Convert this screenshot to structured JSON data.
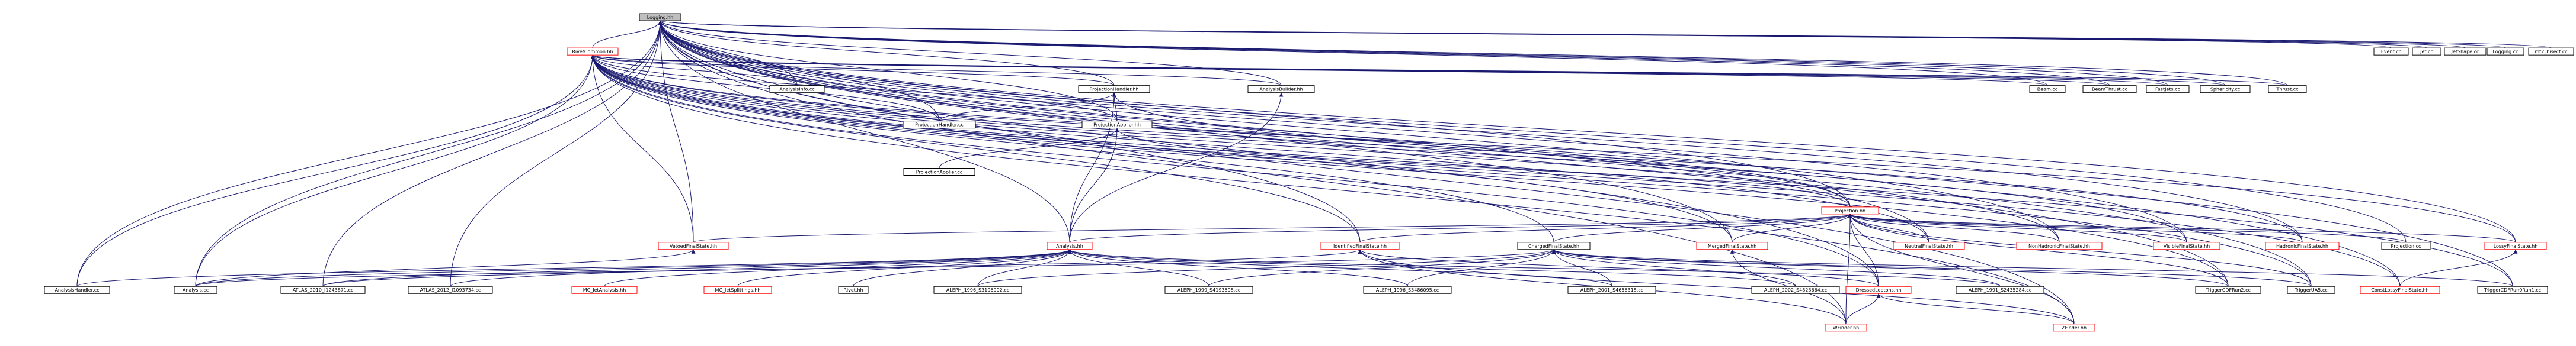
{
  "colors": {
    "edge": "#191970",
    "node_border": "#000000",
    "link_border": "#ff0000",
    "root_fill": "#bfbfbf",
    "node_fill": "#ffffff"
  },
  "nodes": [
    {
      "id": "logging_hh",
      "label": "Logging.hh",
      "style": "root"
    },
    {
      "id": "rivetcommon_hh",
      "label": "RivetCommon.hh",
      "style": "linked"
    },
    {
      "id": "event_cc",
      "label": "Event.cc",
      "style": "plain"
    },
    {
      "id": "jet_cc",
      "label": "Jet.cc",
      "style": "plain"
    },
    {
      "id": "jetshape_cc",
      "label": "JetShape.cc",
      "style": "plain"
    },
    {
      "id": "logging_cc",
      "label": "Logging.cc",
      "style": "plain"
    },
    {
      "id": "mt2_bisect_cc",
      "label": "mt2_bisect.cc",
      "style": "plain"
    },
    {
      "id": "analysisinfo_cc",
      "label": "AnalysisInfo.cc",
      "style": "plain"
    },
    {
      "id": "projectionhandler_hh",
      "label": "ProjectionHandler.hh",
      "style": "plain"
    },
    {
      "id": "analysisbuilder_hh",
      "label": "AnalysisBuilder.hh",
      "style": "plain"
    },
    {
      "id": "beam_cc",
      "label": "Beam.cc",
      "style": "plain"
    },
    {
      "id": "beamthrust_cc",
      "label": "BeamThrust.cc",
      "style": "plain"
    },
    {
      "id": "fastjets_cc",
      "label": "FastJets.cc",
      "style": "plain"
    },
    {
      "id": "sphericity_cc",
      "label": "Sphericity.cc",
      "style": "plain"
    },
    {
      "id": "thrust_cc",
      "label": "Thrust.cc",
      "style": "plain"
    },
    {
      "id": "projectionhandler_cc",
      "label": "ProjectionHandler.cc",
      "style": "plain"
    },
    {
      "id": "projectionapplier_hh",
      "label": "ProjectionApplier.hh",
      "style": "plain"
    },
    {
      "id": "projectionapplier_cc",
      "label": "ProjectionApplier.cc",
      "style": "plain"
    },
    {
      "id": "projection_hh",
      "label": "Projection.hh",
      "style": "linked"
    },
    {
      "id": "vetoedfinalstate_hh",
      "label": "VetoedFinalState.hh",
      "style": "linked"
    },
    {
      "id": "analysis_hh",
      "label": "Analysis.hh",
      "style": "linked"
    },
    {
      "id": "identifiedfinalstate_hh",
      "label": "IdentifiedFinalState.hh",
      "style": "linked"
    },
    {
      "id": "chargedfinalstate_hh",
      "label": "ChargedFinalState.hh",
      "style": "plain"
    },
    {
      "id": "mergedfinalstate_hh",
      "label": "MergedFinalState.hh",
      "style": "linked"
    },
    {
      "id": "neutralfinalstate_hh",
      "label": "NeutralFinalState.hh",
      "style": "linked"
    },
    {
      "id": "nonhadronicfinalstate_hh",
      "label": "NonHadronicFinalState.hh",
      "style": "linked"
    },
    {
      "id": "visiblefinalstate_hh",
      "label": "VisibleFinalState.hh",
      "style": "linked"
    },
    {
      "id": "hadronicfinalstate_hh",
      "label": "HadronicFinalState.hh",
      "style": "linked"
    },
    {
      "id": "projection_cc",
      "label": "Projection.cc",
      "style": "plain"
    },
    {
      "id": "lossyfinalstate_hh",
      "label": "LossyFinalState.hh",
      "style": "linked"
    },
    {
      "id": "analysishandler_cc",
      "label": "AnalysisHandler.cc",
      "style": "plain"
    },
    {
      "id": "analysis_cc",
      "label": "Analysis.cc",
      "style": "plain"
    },
    {
      "id": "atlas_2010_s8591806_cc",
      "label": "ATLAS_2010_I1243871.cc",
      "style": "plain"
    },
    {
      "id": "atlas_2012_i1093734_cc",
      "label": "ATLAS_2012_I1093734.cc",
      "style": "plain"
    },
    {
      "id": "mc_jetanalysis_hh",
      "label": "MC_JetAnalysis.hh",
      "style": "linked"
    },
    {
      "id": "mc_jetsplittings_hh",
      "label": "MC_JetSplittings.hh",
      "style": "linked"
    },
    {
      "id": "rivet_hh",
      "label": "Rivet.hh",
      "style": "plain"
    },
    {
      "id": "aleph_1996_s3196992_cc",
      "label": "ALEPH_1996_S3196992.cc",
      "style": "plain"
    },
    {
      "id": "aleph_1999_s4193598_cc",
      "label": "ALEPH_1999_S4193598.cc",
      "style": "plain"
    },
    {
      "id": "aleph_1996_s3486095_cc",
      "label": "ALEPH_1996_S3486095.cc",
      "style": "plain"
    },
    {
      "id": "aleph_2001_s4656318_cc",
      "label": "ALEPH_2001_S4656318.cc",
      "style": "plain"
    },
    {
      "id": "aleph_2002_s4823664_cc",
      "label": "ALEPH_2002_S4823664.cc",
      "style": "plain"
    },
    {
      "id": "aleph_1991_s2435284_cc",
      "label": "ALEPH_1991_S2435284.cc",
      "style": "plain"
    },
    {
      "id": "dressedleptons_hh",
      "label": "DressedLeptons.hh",
      "style": "linked"
    },
    {
      "id": "triggercdfrun2_cc",
      "label": "TriggerCDFRun2.cc",
      "style": "plain"
    },
    {
      "id": "triggerua5_cc",
      "label": "TriggerUA5.cc",
      "style": "plain"
    },
    {
      "id": "constlossyfinalstate_hh",
      "label": "ConstLossyFinalState.hh",
      "style": "linked"
    },
    {
      "id": "triggercdfrun0run1_cc",
      "label": "TriggerCDFRun0Run1.cc",
      "style": "plain"
    },
    {
      "id": "wfinder_hh",
      "label": "WFinder.hh",
      "style": "linked"
    },
    {
      "id": "zfinder_hh",
      "label": "ZFinder.hh",
      "style": "linked"
    }
  ],
  "edges": [
    [
      "logging_hh",
      "rivetcommon_hh"
    ],
    [
      "logging_hh",
      "event_cc"
    ],
    [
      "logging_hh",
      "jet_cc"
    ],
    [
      "logging_hh",
      "jetshape_cc"
    ],
    [
      "logging_hh",
      "logging_cc"
    ],
    [
      "logging_hh",
      "mt2_bisect_cc"
    ],
    [
      "logging_hh",
      "analysisinfo_cc"
    ],
    [
      "logging_hh",
      "projectionhandler_hh"
    ],
    [
      "logging_hh",
      "analysisbuilder_hh"
    ],
    [
      "logging_hh",
      "beam_cc"
    ],
    [
      "logging_hh",
      "beamthrust_cc"
    ],
    [
      "logging_hh",
      "fastjets_cc"
    ],
    [
      "logging_hh",
      "sphericity_cc"
    ],
    [
      "logging_hh",
      "thrust_cc"
    ],
    [
      "logging_hh",
      "projectionhandler_cc"
    ],
    [
      "logging_hh",
      "projectionapplier_hh"
    ],
    [
      "logging_hh",
      "projection_hh"
    ],
    [
      "logging_hh",
      "vetoedfinalstate_hh"
    ],
    [
      "logging_hh",
      "analysis_hh"
    ],
    [
      "logging_hh",
      "identifiedfinalstate_hh"
    ],
    [
      "logging_hh",
      "mergedfinalstate_hh"
    ],
    [
      "logging_hh",
      "neutralfinalstate_hh"
    ],
    [
      "logging_hh",
      "nonhadronicfinalstate_hh"
    ],
    [
      "logging_hh",
      "visiblefinalstate_hh"
    ],
    [
      "logging_hh",
      "hadronicfinalstate_hh"
    ],
    [
      "logging_hh",
      "projection_cc"
    ],
    [
      "logging_hh",
      "lossyfinalstate_hh"
    ],
    [
      "logging_hh",
      "analysishandler_cc"
    ],
    [
      "logging_hh",
      "analysis_cc"
    ],
    [
      "logging_hh",
      "atlas_2010_s8591806_cc"
    ],
    [
      "logging_hh",
      "atlas_2012_i1093734_cc"
    ],
    [
      "logging_hh",
      "wfinder_hh"
    ],
    [
      "logging_hh",
      "zfinder_hh"
    ],
    [
      "logging_hh",
      "triggercdfrun2_cc"
    ],
    [
      "logging_hh",
      "triggerua5_cc"
    ],
    [
      "logging_hh",
      "constlossyfinalstate_hh"
    ],
    [
      "logging_hh",
      "triggercdfrun0run1_cc"
    ],
    [
      "logging_hh",
      "dressedleptons_hh"
    ],
    [
      "rivetcommon_hh",
      "analysisinfo_cc"
    ],
    [
      "rivetcommon_hh",
      "projectionhandler_hh"
    ],
    [
      "rivetcommon_hh",
      "analysisbuilder_hh"
    ],
    [
      "rivetcommon_hh",
      "beam_cc"
    ],
    [
      "rivetcommon_hh",
      "beamthrust_cc"
    ],
    [
      "rivetcommon_hh",
      "fastjets_cc"
    ],
    [
      "rivetcommon_hh",
      "sphericity_cc"
    ],
    [
      "rivetcommon_hh",
      "thrust_cc"
    ],
    [
      "rivetcommon_hh",
      "projectionhandler_cc"
    ],
    [
      "rivetcommon_hh",
      "projectionapplier_hh"
    ],
    [
      "rivetcommon_hh",
      "projection_hh"
    ],
    [
      "rivetcommon_hh",
      "vetoedfinalstate_hh"
    ],
    [
      "rivetcommon_hh",
      "identifiedfinalstate_hh"
    ],
    [
      "rivetcommon_hh",
      "chargedfinalstate_hh"
    ],
    [
      "rivetcommon_hh",
      "mergedfinalstate_hh"
    ],
    [
      "rivetcommon_hh",
      "neutralfinalstate_hh"
    ],
    [
      "rivetcommon_hh",
      "nonhadronicfinalstate_hh"
    ],
    [
      "rivetcommon_hh",
      "visiblefinalstate_hh"
    ],
    [
      "rivetcommon_hh",
      "hadronicfinalstate_hh"
    ],
    [
      "rivetcommon_hh",
      "lossyfinalstate_hh"
    ],
    [
      "rivetcommon_hh",
      "analysishandler_cc"
    ],
    [
      "rivetcommon_hh",
      "analysis_cc"
    ],
    [
      "rivetcommon_hh",
      "triggercdfrun2_cc"
    ],
    [
      "rivetcommon_hh",
      "triggerua5_cc"
    ],
    [
      "rivetcommon_hh",
      "constlossyfinalstate_hh"
    ],
    [
      "rivetcommon_hh",
      "triggercdfrun0run1_cc"
    ],
    [
      "rivetcommon_hh",
      "dressedleptons_hh"
    ],
    [
      "rivetcommon_hh",
      "zfinder_hh"
    ],
    [
      "projectionhandler_hh",
      "projectionhandler_cc"
    ],
    [
      "projectionhandler_hh",
      "projectionapplier_hh"
    ],
    [
      "projectionhandler_hh",
      "analysis_hh"
    ],
    [
      "projectionhandler_hh",
      "projection_hh"
    ],
    [
      "analysisbuilder_hh",
      "analysis_hh"
    ],
    [
      "projectionapplier_hh",
      "projectionapplier_cc"
    ],
    [
      "projectionapplier_hh",
      "analysis_hh"
    ],
    [
      "projectionapplier_hh",
      "projection_hh"
    ],
    [
      "projection_hh",
      "vetoedfinalstate_hh"
    ],
    [
      "projection_hh",
      "identifiedfinalstate_hh"
    ],
    [
      "projection_hh",
      "chargedfinalstate_hh"
    ],
    [
      "projection_hh",
      "mergedfinalstate_hh"
    ],
    [
      "projection_hh",
      "neutralfinalstate_hh"
    ],
    [
      "projection_hh",
      "nonhadronicfinalstate_hh"
    ],
    [
      "projection_hh",
      "visiblefinalstate_hh"
    ],
    [
      "projection_hh",
      "hadronicfinalstate_hh"
    ],
    [
      "projection_hh",
      "projection_cc"
    ],
    [
      "projection_hh",
      "lossyfinalstate_hh"
    ],
    [
      "projection_hh",
      "analysis_hh"
    ],
    [
      "projection_hh",
      "dressedleptons_hh"
    ],
    [
      "projection_hh",
      "wfinder_hh"
    ],
    [
      "projection_hh",
      "zfinder_hh"
    ],
    [
      "projection_hh",
      "triggercdfrun2_cc"
    ],
    [
      "projection_hh",
      "triggerua5_cc"
    ],
    [
      "vetoedfinalstate_hh",
      "analysis_cc"
    ],
    [
      "analysis_hh",
      "analysishandler_cc"
    ],
    [
      "analysis_hh",
      "analysis_cc"
    ],
    [
      "analysis_hh",
      "atlas_2010_s8591806_cc"
    ],
    [
      "analysis_hh",
      "atlas_2012_i1093734_cc"
    ],
    [
      "analysis_hh",
      "mc_jetanalysis_hh"
    ],
    [
      "analysis_hh",
      "mc_jetsplittings_hh"
    ],
    [
      "analysis_hh",
      "rivet_hh"
    ],
    [
      "analysis_hh",
      "aleph_1996_s3196992_cc"
    ],
    [
      "analysis_hh",
      "aleph_1999_s4193598_cc"
    ],
    [
      "analysis_hh",
      "aleph_1996_s3486095_cc"
    ],
    [
      "analysis_hh",
      "aleph_2001_s4656318_cc"
    ],
    [
      "analysis_hh",
      "aleph_2002_s4823664_cc"
    ],
    [
      "analysis_hh",
      "aleph_1991_s2435284_cc"
    ],
    [
      "identifiedfinalstate_hh",
      "atlas_2010_s8591806_cc"
    ],
    [
      "identifiedfinalstate_hh",
      "dressedleptons_hh"
    ],
    [
      "identifiedfinalstate_hh",
      "wfinder_hh"
    ],
    [
      "identifiedfinalstate_hh",
      "zfinder_hh"
    ],
    [
      "chargedfinalstate_hh",
      "aleph_1996_s3196992_cc"
    ],
    [
      "chargedfinalstate_hh",
      "aleph_1999_s4193598_cc"
    ],
    [
      "chargedfinalstate_hh",
      "aleph_1996_s3486095_cc"
    ],
    [
      "chargedfinalstate_hh",
      "aleph_2001_s4656318_cc"
    ],
    [
      "chargedfinalstate_hh",
      "aleph_2002_s4823664_cc"
    ],
    [
      "chargedfinalstate_hh",
      "aleph_1991_s2435284_cc"
    ],
    [
      "chargedfinalstate_hh",
      "triggercdfrun2_cc"
    ],
    [
      "chargedfinalstate_hh",
      "triggerua5_cc"
    ],
    [
      "chargedfinalstate_hh",
      "triggercdfrun0run1_cc"
    ],
    [
      "chargedfinalstate_hh",
      "analysis_cc"
    ],
    [
      "mergedfinalstate_hh",
      "wfinder_hh"
    ],
    [
      "lossyfinalstate_hh",
      "constlossyfinalstate_hh"
    ],
    [
      "dressedleptons_hh",
      "wfinder_hh"
    ],
    [
      "dressedleptons_hh",
      "zfinder_hh"
    ]
  ]
}
